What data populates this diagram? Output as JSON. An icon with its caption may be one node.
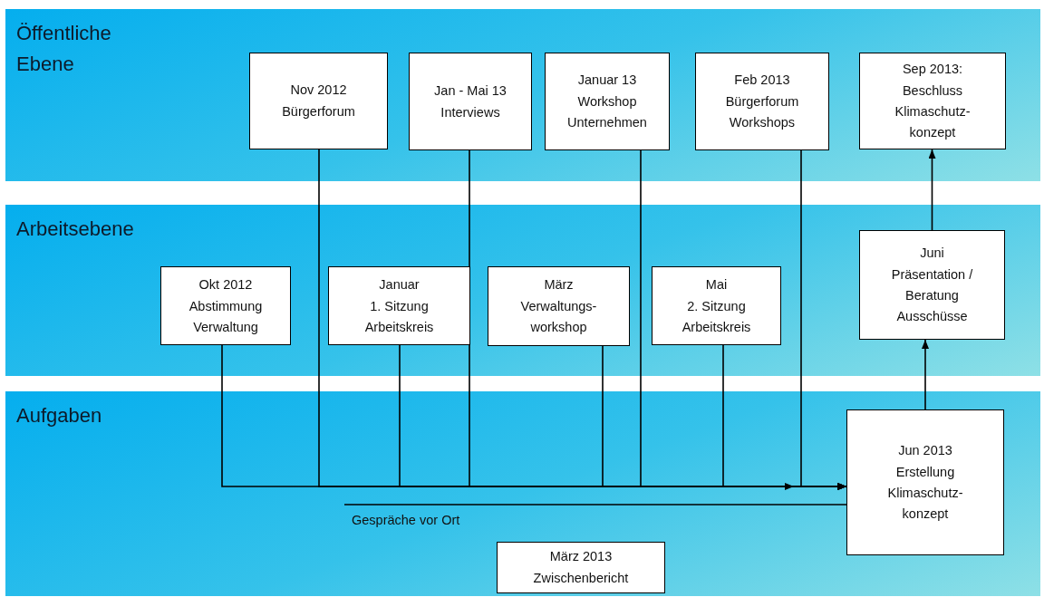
{
  "diagram": {
    "nodes": [
      {
        "text": [
          "Öffentliche Ebene"
        ]
      },
      {
        "text": [
          "Nov 2012",
          "Bürgerforum"
        ],
        "in": 0
      },
      {
        "text": [
          "Jan - Mai 13",
          "Interviews"
        ],
        "in": 0
      },
      {
        "text": [
          "Januar 13",
          "Workshop Unternehmen"
        ],
        "in": 0
      },
      {
        "text": [
          "Feb 2013",
          "Bürgerforum Workshops"
        ],
        "in": 0
      },
      {
        "text": [
          "Sep 2013:",
          "Beschluss Klimaschutz-konzept"
        ],
        "in": 0
      },
      {
        "text": [
          "Arbeitsebene"
        ]
      },
      {
        "text": [
          "Okt 2012",
          "Abstimmung Verwaltung"
        ],
        "in": 6
      },
      {
        "text": [
          "Januar",
          "1. Sitzung Arbeitskreis"
        ],
        "in": 6
      },
      {
        "text": [
          "März",
          "Verwaltungs-workshop"
        ],
        "in": 6
      },
      {
        "text": [
          "Mai",
          "2. Sitzung Arbeitskreis"
        ],
        "in": 6
      },
      {
        "text": [
          "Juni",
          "Präsentation / Beratung Ausschüsse"
        ],
        "in": 6
      },
      {
        "text": [
          "Aufgaben"
        ]
      },
      {
        "text": [
          "Jun 2013",
          "Erstellung Klimaschutz-konzept"
        ],
        "in": 12
      },
      {
        "text": [
          "März 2013",
          "Zwischenbericht"
        ],
        "in": 12
      }
    ],
    "edges": [
      {
        "from": 7,
        "to": 13,
        "arrow": "to"
      },
      {
        "from": 1,
        "to": 13,
        "arrow": "to"
      },
      {
        "from": 8,
        "to": 13,
        "arrow": "to"
      },
      {
        "from": 2,
        "to": 13,
        "arrow": "to"
      },
      {
        "from": 9,
        "to": 13,
        "arrow": "to"
      },
      {
        "from": 3,
        "to": 13,
        "arrow": "to"
      },
      {
        "from": 10,
        "to": 13,
        "arrow": "to"
      },
      {
        "from": 4,
        "to": 13,
        "arrow": "to"
      },
      {
        "from": 13,
        "to": 11,
        "arrow": "to"
      },
      {
        "from": 11,
        "to": 5,
        "arrow": "to"
      },
      {
        "from": null,
        "to": 13,
        "arrow": "none",
        "label": "Gespräche vor Ort"
      }
    ]
  }
}
